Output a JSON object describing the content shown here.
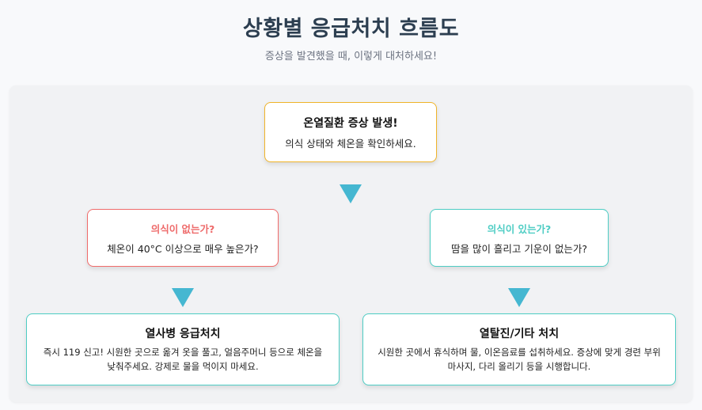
{
  "header": {
    "title": "상황별 응급처치 흐름도",
    "subtitle": "증상을 발견했을 때, 이렇게 대처하세요!"
  },
  "colors": {
    "start_border": "#f0b429",
    "danger": "#ee6a6a",
    "safe": "#4ecdc4",
    "arrow": "#45b7d1",
    "panel_bg": "#f1f2f4"
  },
  "flow": {
    "start": {
      "title": "온열질환 증상 발생!",
      "text": "의식 상태와 체온을 확인하세요."
    },
    "branch_left": {
      "title": "의식이 없는가?",
      "text": "체온이 40°C 이상으로 매우 높은가?"
    },
    "branch_right": {
      "title": "의식이 있는가?",
      "text": "땀을 많이 흘리고 기운이 없는가?"
    },
    "action_left": {
      "title": "열사병 응급처치",
      "text": "즉시 119 신고! 시원한 곳으로 옮겨 옷을 풀고, 얼음주머니 등으로 체온을 낮춰주세요. 강제로 물을 먹이지 마세요."
    },
    "action_right": {
      "title": "열탈진/기타 처치",
      "text": "시원한 곳에서 휴식하며 물, 이온음료를 섭취하세요. 증상에 맞게 경련 부위 마사지, 다리 올리기 등을 시행합니다."
    }
  }
}
